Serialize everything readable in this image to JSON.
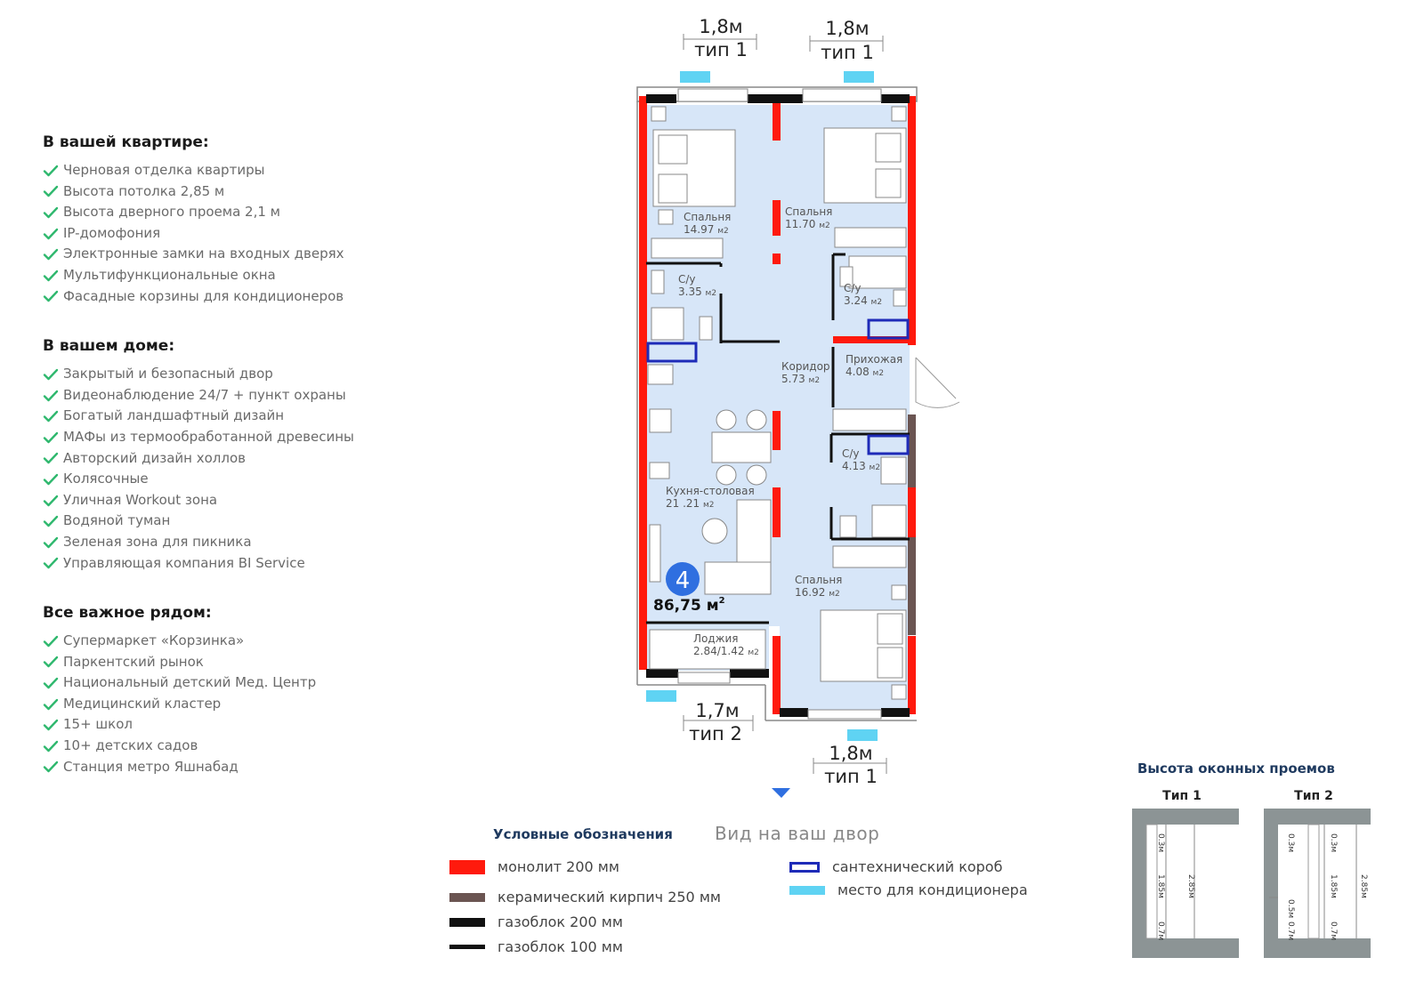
{
  "features": {
    "apartment": {
      "title": "В вашей квартире:",
      "items": [
        "Черновая отделка квартиры",
        "Высота потолка 2,85 м",
        "Высота дверного проема 2,1 м",
        "IP-домофония",
        "Электронные замки на входных дверях",
        "Мультифункциональные окна",
        "Фасадные корзины для кондиционеров"
      ]
    },
    "house": {
      "title": "В вашем доме:",
      "items": [
        "Закрытый и безопасный двор",
        "Видеонаблюдение 24/7 + пункт охраны",
        "Богатый ландшафтный дизайн",
        "МАФы из термообработанной древесины",
        "Авторский дизайн холлов",
        "Колясочные",
        "Уличная Workout зона",
        "Водяной туман",
        "Зеленая зона для пикника",
        "Управляющая компания BI Service"
      ]
    },
    "nearby": {
      "title": "Все важное рядом:",
      "items": [
        "Супермаркет «Корзинка»",
        "Паркентский рынок",
        "Национальный детский Мед. Центр",
        "Медицинский кластер",
        "15+ школ",
        "10+ детских садов",
        "Станция метро Яшнабад"
      ]
    }
  },
  "plan": {
    "rooms": {
      "bedroom1": {
        "name": "Спальня",
        "area": "14.97",
        "unit": "м2"
      },
      "bedroom2": {
        "name": "Спальня",
        "area": "11.70",
        "unit": "м2"
      },
      "bath1": {
        "name": "С/у",
        "area": "3.35",
        "unit": "м2"
      },
      "bath2": {
        "name": "С/у",
        "area": "3.24",
        "unit": "м2"
      },
      "corridor": {
        "name": "Коридор",
        "area": "5.73",
        "unit": "м2"
      },
      "hall": {
        "name": "Прихожая",
        "area": "4.08",
        "unit": "м2"
      },
      "bath3": {
        "name": "С/у",
        "area": "4.13",
        "unit": "м2"
      },
      "kitchen": {
        "name": "Кухня-столовая",
        "area": "21 .21",
        "unit": "м2"
      },
      "bedroom3": {
        "name": "Спальня",
        "area": "16.92",
        "unit": "м2"
      },
      "loggia": {
        "name": "Лоджия",
        "area": "2.84/1.42",
        "unit": "м2"
      }
    },
    "total_area": "86,75 м",
    "total_area_sup": "2",
    "rooms_count": "4",
    "windows": [
      {
        "size": "1,8м",
        "type": "тип 1"
      },
      {
        "size": "1,8м",
        "type": "тип 1"
      },
      {
        "size": "1,7м",
        "type": "тип 2"
      },
      {
        "size": "1,8м",
        "type": "тип 1"
      }
    ],
    "view_label": "Вид на ваш двор"
  },
  "legend": {
    "title": "Условные обозначения",
    "items": [
      {
        "label": "монолит 200 мм",
        "color": "#ff1a0d"
      },
      {
        "label": "керамический кирпич 250 мм",
        "color": "#6b5552"
      },
      {
        "label": "газоблок 200 мм",
        "color": "#111111"
      },
      {
        "label": "газоблок 100 мм",
        "color": "#111111"
      },
      {
        "label": "сантехнический короб",
        "color": "#1e2bb8"
      },
      {
        "label": "место для кондиционера",
        "color": "#5fd3f3"
      }
    ]
  },
  "window_heights": {
    "title": "Высота оконных проемов",
    "type1": {
      "name": "Тип 1",
      "dims": [
        "0.3м",
        "1.85м",
        "2.85м",
        "0.7м"
      ]
    },
    "type2": {
      "name": "Тип 2",
      "dims": [
        "0.3м",
        "0.3м",
        "1.85м",
        "2.85м",
        "0.5м",
        "0.7м",
        "0.7м"
      ]
    }
  },
  "colors": {
    "room_fill": "#d7e6f8",
    "monolith": "#ff1a0d",
    "check": "#2fb86e",
    "accent_blue": "#2f6fe0"
  }
}
